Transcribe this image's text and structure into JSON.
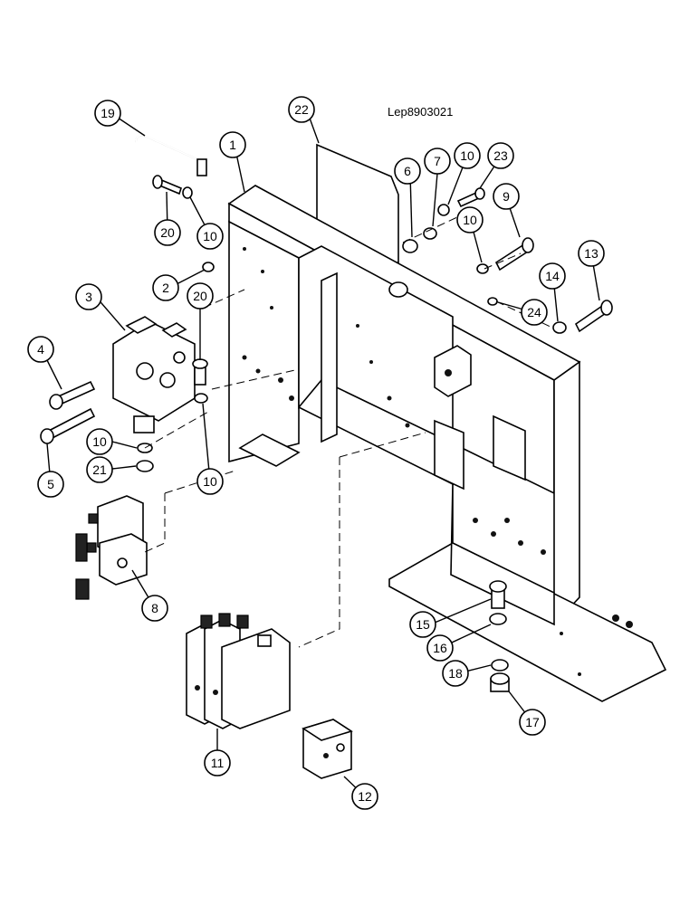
{
  "drawing_ref": "Lep8903021",
  "callouts": [
    {
      "id": "c1",
      "label": "1"
    },
    {
      "id": "c2",
      "label": "2"
    },
    {
      "id": "c3",
      "label": "3"
    },
    {
      "id": "c4",
      "label": "4"
    },
    {
      "id": "c5",
      "label": "5"
    },
    {
      "id": "c6",
      "label": "6"
    },
    {
      "id": "c7",
      "label": "7"
    },
    {
      "id": "c8",
      "label": "8"
    },
    {
      "id": "c9",
      "label": "9"
    },
    {
      "id": "c10a",
      "label": "10"
    },
    {
      "id": "c10b",
      "label": "10"
    },
    {
      "id": "c10c",
      "label": "10"
    },
    {
      "id": "c10d",
      "label": "10"
    },
    {
      "id": "c10e",
      "label": "10"
    },
    {
      "id": "c11",
      "label": "11"
    },
    {
      "id": "c12",
      "label": "12"
    },
    {
      "id": "c13",
      "label": "13"
    },
    {
      "id": "c14",
      "label": "14"
    },
    {
      "id": "c15",
      "label": "15"
    },
    {
      "id": "c16",
      "label": "16"
    },
    {
      "id": "c17",
      "label": "17"
    },
    {
      "id": "c18",
      "label": "18"
    },
    {
      "id": "c19",
      "label": "19"
    },
    {
      "id": "c20a",
      "label": "20"
    },
    {
      "id": "c20b",
      "label": "20"
    },
    {
      "id": "c21",
      "label": "21"
    },
    {
      "id": "c22",
      "label": "22"
    },
    {
      "id": "c23",
      "label": "23"
    },
    {
      "id": "c24",
      "label": "24"
    }
  ]
}
